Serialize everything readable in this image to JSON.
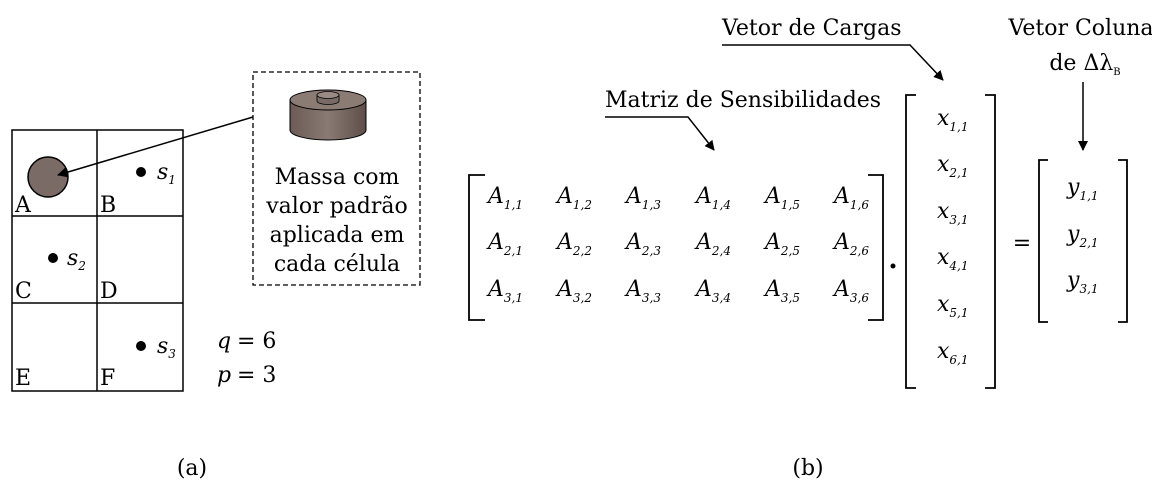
{
  "panel_a": {
    "caption": "(a)",
    "cells": [
      "A",
      "B",
      "C",
      "D",
      "E",
      "F"
    ],
    "sensors": [
      {
        "cell": "B",
        "base": "s",
        "sub": "1"
      },
      {
        "cell": "C",
        "base": "s",
        "sub": "2"
      },
      {
        "cell": "F",
        "base": "s",
        "sub": "3"
      }
    ],
    "mass_box_lines": [
      "Massa com",
      "valor padrão",
      "aplicada em",
      "cada célula"
    ],
    "q_label": "q",
    "q_eq": "= 6",
    "p_label": "p",
    "p_eq": "= 3"
  },
  "panel_b": {
    "caption": "(b)",
    "label_matrix": "Matriz de Sensibilidades",
    "label_vector": "Vetor de Cargas",
    "label_column_line1": "Vetor Coluna",
    "label_column_line2": "de Δλ",
    "label_column_sub": "B",
    "dot": "·",
    "equals": "=",
    "matrix_A": [
      [
        "1,1",
        "1,2",
        "1,3",
        "1,4",
        "1,5",
        "1,6"
      ],
      [
        "2,1",
        "2,2",
        "2,3",
        "2,4",
        "2,5",
        "2,6"
      ],
      [
        "3,1",
        "3,2",
        "3,3",
        "3,4",
        "3,5",
        "3,6"
      ]
    ],
    "matrix_base": "A",
    "vector_x": [
      "1,1",
      "2,1",
      "3,1",
      "4,1",
      "5,1",
      "6,1"
    ],
    "vector_base": "x",
    "vector_y": [
      "1,1",
      "2,1",
      "3,1"
    ],
    "y_base": "y"
  }
}
